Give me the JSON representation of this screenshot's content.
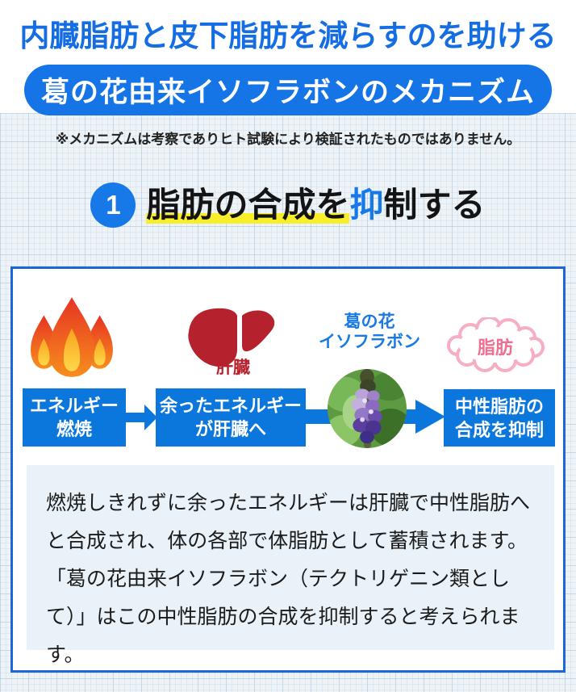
{
  "header": {
    "title": "内臓脂肪と皮下脂肪を減らすのを助ける",
    "banner": "葛の花由来イソフラボンのメカニズム",
    "disclaimer": "※メカニズムは考察でありヒト試験により検証されたものではありません。"
  },
  "section1": {
    "number": "1",
    "title_highlighted": "脂肪の合成を",
    "title_accent": "抑",
    "title_rest": "制する"
  },
  "flow": {
    "step1": {
      "icon": "flame-icon",
      "label_line1": "エネルギー",
      "label_line2": "燃焼"
    },
    "step2": {
      "icon": "liver-icon",
      "icon_label": "肝臓",
      "label_line1": "余ったエネルギー",
      "label_line2": "が肝臓へ"
    },
    "step3": {
      "icon": "kudzu-flower-photo",
      "caption_line1": "葛の花",
      "caption_line2": "イソフラボン"
    },
    "fat_cloud": {
      "icon": "fat-cloud-icon",
      "label": "脂肪"
    },
    "result": {
      "label_line1": "中性脂肪の",
      "label_line2": "合成を抑制"
    }
  },
  "description": "燃焼しきれずに余ったエネルギーは肝臓で中性脂肪へと合成され、体の各部で体脂肪として蓄積されます。「葛の花由来イソフラボン（テクトリゲニン類として）」はこの中性脂肪の合成を抑制すると考えられます。",
  "colors": {
    "title_blue": "#156de4",
    "banner_blue": "#1574e6",
    "step_box_blue": "#0b77dc",
    "accent_blue": "#1778e8",
    "highlight_yellow": "#f8ee2b",
    "liver_red": "#b5212c",
    "cloud_pink": "#f6aec2",
    "fat_text_pink": "#ee7090",
    "panel_bg": "#e9f2f8",
    "box_border_blue": "#1b66d9"
  }
}
